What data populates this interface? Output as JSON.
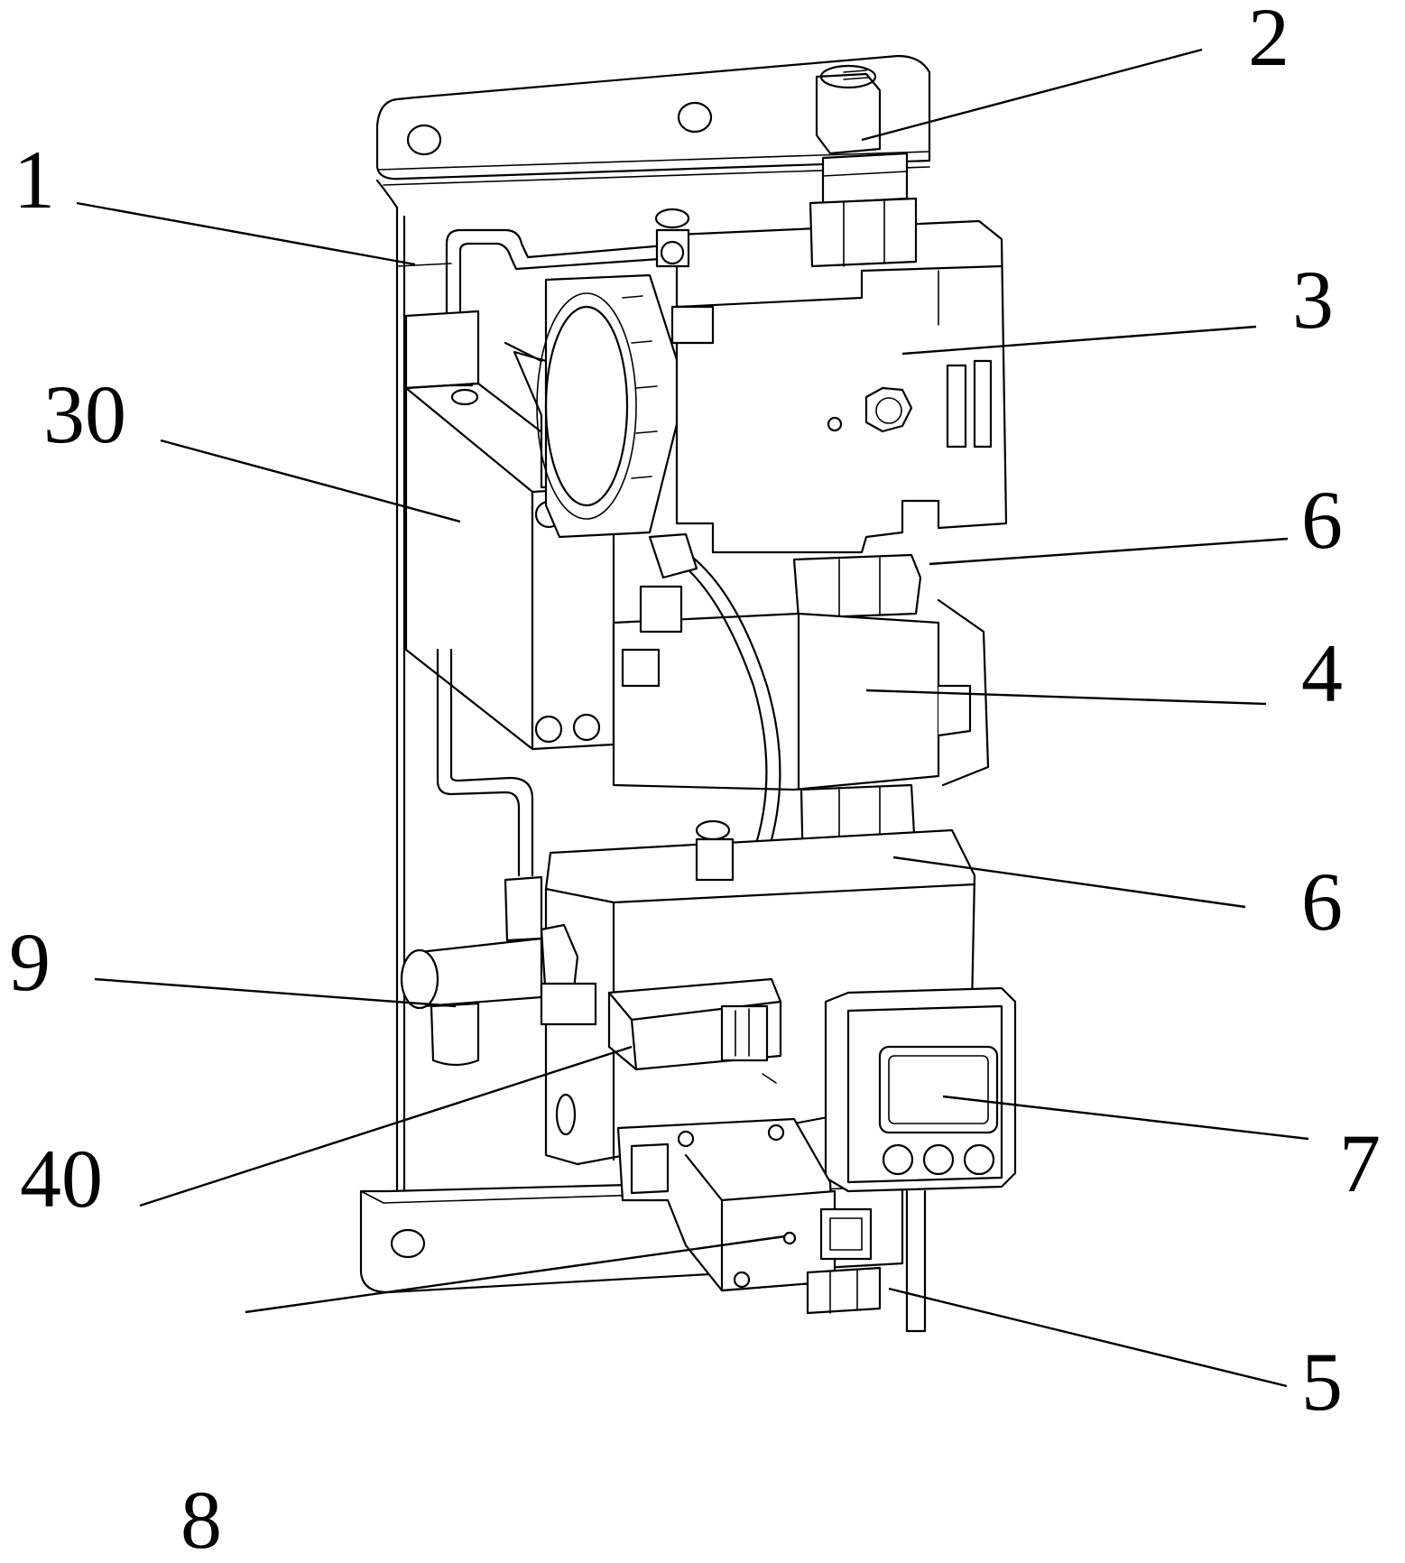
{
  "figure": {
    "type": "patent-line-drawing",
    "subject": "mounting-plate assembly with valves, filter, pressure gauge and fittings",
    "background_color": "#ffffff",
    "line_color": "#000000"
  },
  "labels": [
    {
      "id": "label-1",
      "text": "1"
    },
    {
      "id": "label-2",
      "text": "2"
    },
    {
      "id": "label-3",
      "text": "3"
    },
    {
      "id": "label-30",
      "text": "30"
    },
    {
      "id": "label-6a",
      "text": "6"
    },
    {
      "id": "label-4",
      "text": "4"
    },
    {
      "id": "label-6b",
      "text": "6"
    },
    {
      "id": "label-9",
      "text": "9"
    },
    {
      "id": "label-7",
      "text": "7"
    },
    {
      "id": "label-40",
      "text": "40"
    },
    {
      "id": "label-5",
      "text": "5"
    },
    {
      "id": "label-8",
      "text": "8"
    }
  ]
}
